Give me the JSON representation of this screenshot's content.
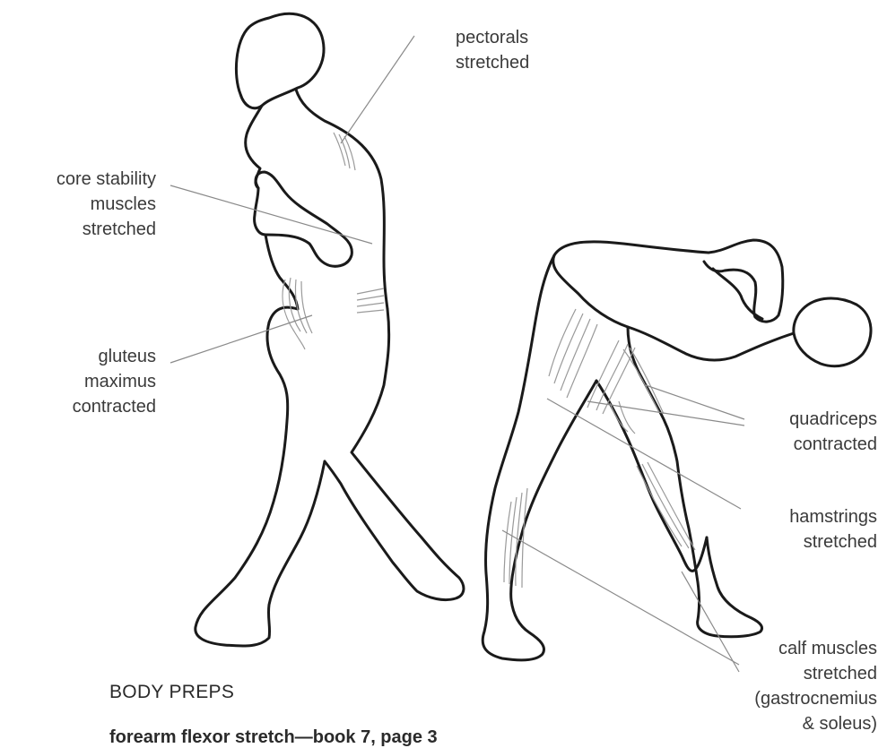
{
  "labels": {
    "pectorals": [
      "pectorals",
      "stretched"
    ],
    "core": [
      "core stability",
      "muscles",
      "stretched"
    ],
    "gluteus": [
      "gluteus",
      "maximus",
      "contracted"
    ],
    "quadriceps": [
      "quadriceps",
      "contracted"
    ],
    "hamstrings": [
      "hamstrings",
      "stretched"
    ],
    "calf": [
      "calf muscles",
      "stretched",
      "(gastrocnemius",
      "& soleus)"
    ]
  },
  "heading": "BODY PREPS",
  "subheading": "forearm flexor stretch—book 7, page 3",
  "colors": {
    "outline": "#1a1a1a",
    "leader": "#8a8a8a",
    "text": "#3a3a3a"
  }
}
